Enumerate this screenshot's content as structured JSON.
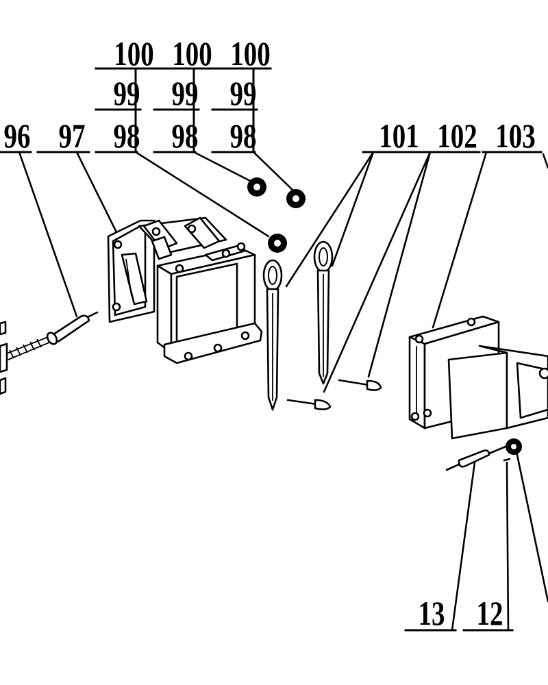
{
  "labels": {
    "top_stack": [
      "100",
      "99",
      "98"
    ],
    "l96": "96",
    "l97": "97",
    "l101": "101",
    "l102": "102",
    "l103": "103",
    "l13": "13",
    "l12": "12"
  }
}
